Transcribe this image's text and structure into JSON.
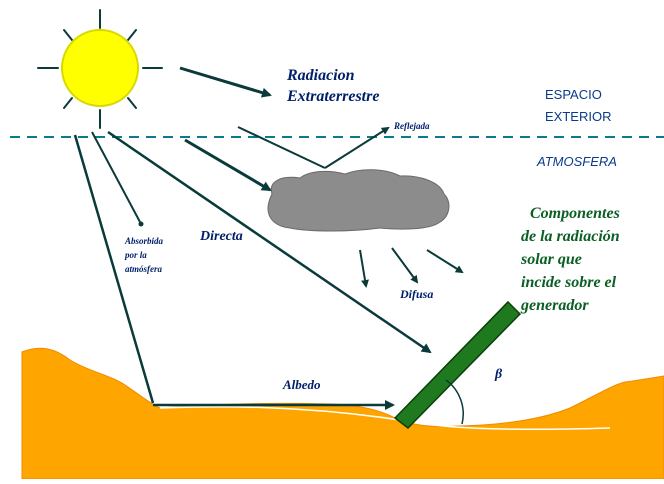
{
  "labels": {
    "radiacion_line1": "Radiacion",
    "radiacion_line2": "Extraterrestre",
    "espacio_line1": "ESPACIO",
    "espacio_line2": "EXTERIOR",
    "atmosfera": "ATMOSFERA",
    "reflejada": "Reflejada",
    "directa": "Directa",
    "absorbida_line1": "Absorbida",
    "absorbida_line2": "por la",
    "absorbida_line3": "atmósfera",
    "difusa": "Difusa",
    "albedo": "Albedo",
    "beta": "β",
    "componentes_line1": "Componentes",
    "componentes_line2": "de la radiación",
    "componentes_line3": "solar que",
    "componentes_line4": "incide sobre el",
    "componentes_line5": "generador"
  },
  "colors": {
    "sun_fill": "#ffff00",
    "sun_stroke": "#d8d800",
    "ground_fill": "#ffa500",
    "cloud_fill": "#8c8c8c",
    "panel_fill": "#1f7a1f",
    "arrow_color": "#0a3a3a",
    "label_blue": "#00206a",
    "label_green": "#0b5e24",
    "atmosphere_line": "#0b7b8b"
  }
}
